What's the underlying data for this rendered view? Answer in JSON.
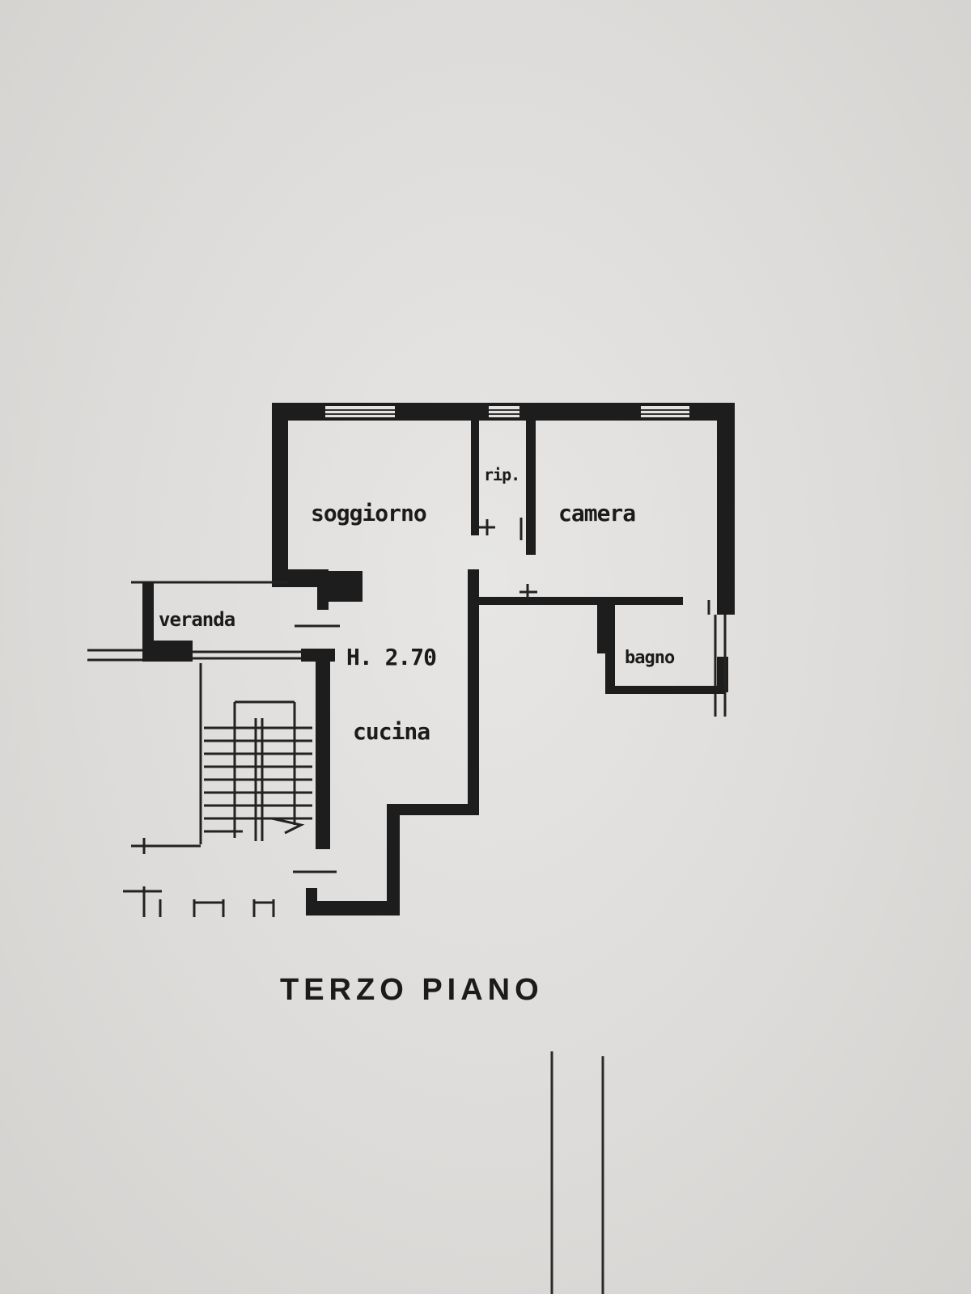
{
  "plan": {
    "title": "TERZO PIANO",
    "rooms": {
      "soggiorno": "soggiorno",
      "rip": "rip.",
      "camera": "camera",
      "veranda": "veranda",
      "height": "H. 2.70",
      "cucina": "cucina",
      "bagno": "bagno"
    }
  },
  "colors": {
    "paper": "#e3e2e0",
    "ink": "#1d1d1d"
  }
}
